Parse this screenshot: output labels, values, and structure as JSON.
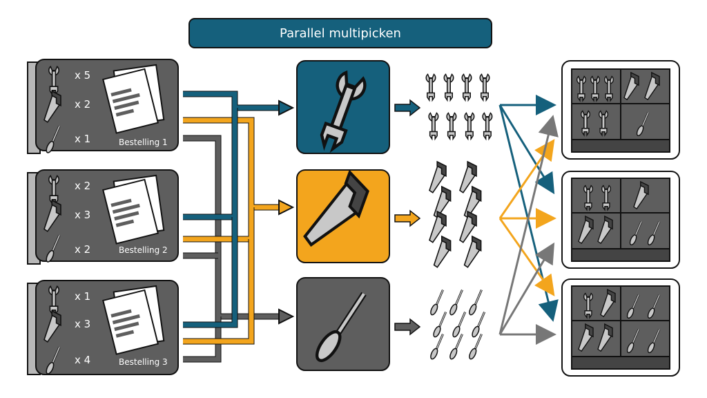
{
  "title": "Parallel multipicken",
  "orders": [
    {
      "label": "Bestelling 1",
      "quantities": [
        "x 5",
        "x 2",
        "x 1"
      ]
    },
    {
      "label": "Bestelling 2",
      "quantities": [
        "x 2",
        "x 3",
        "x 2"
      ]
    },
    {
      "label": "Bestelling 3",
      "quantities": [
        "x 1",
        "x 3",
        "x 4"
      ]
    }
  ],
  "stations": [
    {
      "name": "wrench-station",
      "icon": "wrench-icon",
      "color": "#15607c"
    },
    {
      "name": "saw-station",
      "icon": "saw-icon",
      "color": "#f3a51d"
    },
    {
      "name": "screwdriver-station",
      "icon": "screwdriver-icon",
      "color": "#5e5e5e"
    }
  ],
  "picked_counts": {
    "wrenches": 8,
    "saws": 8,
    "screwdrivers": 9
  },
  "colors": {
    "wrench": "#15607c",
    "saw": "#f3a51d",
    "screwdriver": "#777777",
    "panel": "#5e5e5e"
  }
}
